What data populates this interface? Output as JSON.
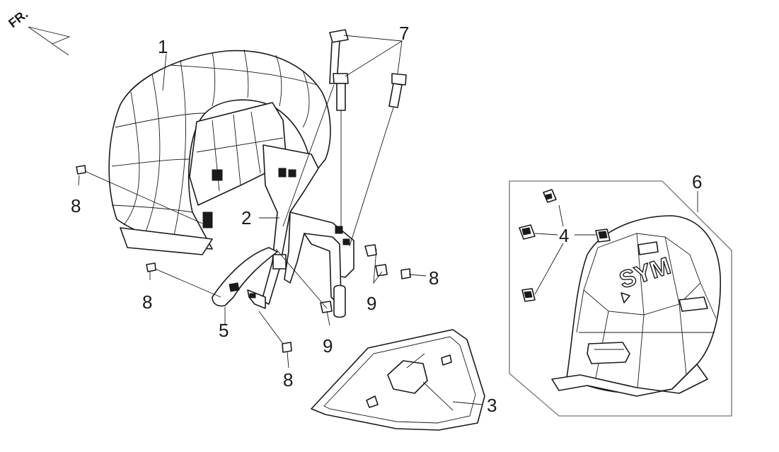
{
  "orientation": {
    "label": "FR."
  },
  "callouts": {
    "c1": "1",
    "c2": "2",
    "c3": "3",
    "c4": "4",
    "c5": "5",
    "c6": "6",
    "c7": "7",
    "c8a": "8",
    "c8b": "8",
    "c8c": "8",
    "c8d": "8",
    "c9a": "9",
    "c9b": "9"
  },
  "logo_text": "SYM",
  "colors": {
    "line": "#1a1a1a",
    "inset_frame": "#8c8c8c",
    "background": "#ffffff"
  }
}
